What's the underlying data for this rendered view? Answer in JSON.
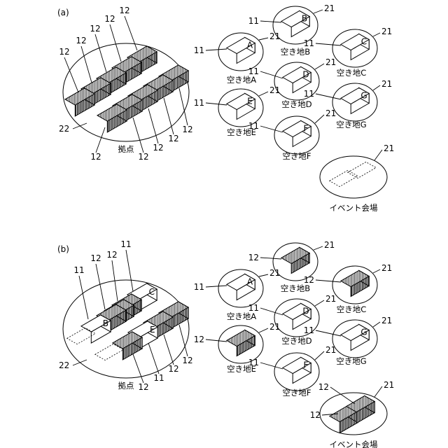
{
  "panels": [
    {
      "label": "(a)",
      "base": {
        "name": "拠点",
        "ellipse_label": "22",
        "containers": [
          {
            "kind": "stored",
            "ref": "12"
          },
          {
            "kind": "stored",
            "ref": "12"
          },
          {
            "kind": "stored",
            "ref": "12"
          },
          {
            "kind": "stored",
            "ref": "12"
          },
          {
            "kind": "stored",
            "ref": "12"
          },
          {
            "kind": "stored",
            "ref": "12"
          },
          {
            "kind": "stored",
            "ref": "12"
          },
          {
            "kind": "stored",
            "ref": "12"
          },
          {
            "kind": "stored",
            "ref": "12"
          },
          {
            "kind": "stored",
            "ref": "12"
          },
          {
            "kind": "stored",
            "ref": "12"
          }
        ]
      },
      "lots": [
        {
          "name": "空き地A",
          "ellipse_label": "21",
          "box": {
            "kind": "empty",
            "letter": "A",
            "ref": "11"
          }
        },
        {
          "name": "空き地B",
          "ellipse_label": "21",
          "box": {
            "kind": "empty",
            "letter": "B",
            "ref": "11"
          }
        },
        {
          "name": "空き地C",
          "ellipse_label": "21",
          "box": {
            "kind": "empty",
            "letter": "C",
            "ref": "11"
          }
        },
        {
          "name": "空き地D",
          "ellipse_label": "21",
          "box": {
            "kind": "empty",
            "letter": "D",
            "ref": "11"
          }
        },
        {
          "name": "空き地E",
          "ellipse_label": "21",
          "box": {
            "kind": "empty",
            "letter": "E",
            "ref": "11"
          }
        },
        {
          "name": "空き地F",
          "ellipse_label": "21",
          "box": {
            "kind": "empty",
            "letter": "F",
            "ref": "11"
          }
        },
        {
          "name": "空き地G",
          "ellipse_label": "21",
          "box": {
            "kind": "empty",
            "letter": "G",
            "ref": "11"
          }
        }
      ],
      "event": {
        "name": "イベント会場",
        "ellipse_label": "21",
        "placeholders": 2
      }
    },
    {
      "label": "(b)",
      "base": {
        "name": "拠点",
        "ellipse_label": "22",
        "containers": [
          {
            "kind": "stored",
            "ref": "12"
          },
          {
            "kind": "stored",
            "ref": "12"
          },
          {
            "kind": "stored",
            "ref": "12"
          },
          {
            "kind": "empty",
            "letter": "C",
            "ref": "11"
          },
          {
            "kind": "empty",
            "letter": "B",
            "ref": "11"
          },
          {
            "kind": "stored",
            "ref": "12"
          },
          {
            "kind": "stored",
            "ref": "12"
          },
          {
            "kind": "empty",
            "letter": "E",
            "ref": "11"
          },
          {
            "kind": "stored",
            "ref": "12"
          }
        ],
        "placeholders": 2
      },
      "lots": [
        {
          "name": "空き地A",
          "ellipse_label": "21",
          "box": {
            "kind": "empty",
            "letter": "A",
            "ref": "11"
          }
        },
        {
          "name": "空き地B",
          "ellipse_label": "21",
          "box": {
            "kind": "stored",
            "ref": "12"
          }
        },
        {
          "name": "空き地C",
          "ellipse_label": "21",
          "box": {
            "kind": "stored",
            "ref": "12"
          }
        },
        {
          "name": "空き地D",
          "ellipse_label": "21",
          "box": {
            "kind": "empty",
            "letter": "D",
            "ref": "11"
          }
        },
        {
          "name": "空き地E",
          "ellipse_label": "21",
          "box": {
            "kind": "stored",
            "ref": "12"
          }
        },
        {
          "name": "空き地F",
          "ellipse_label": "21",
          "box": {
            "kind": "empty",
            "letter": "F",
            "ref": "11"
          }
        },
        {
          "name": "空き地G",
          "ellipse_label": "21",
          "box": {
            "kind": "empty",
            "letter": "G",
            "ref": "11"
          }
        }
      ],
      "event": {
        "name": "イベント会場",
        "ellipse_label": "21",
        "containers": [
          {
            "kind": "stored",
            "ref": "12"
          },
          {
            "kind": "stored",
            "ref": "12"
          }
        ]
      }
    }
  ]
}
